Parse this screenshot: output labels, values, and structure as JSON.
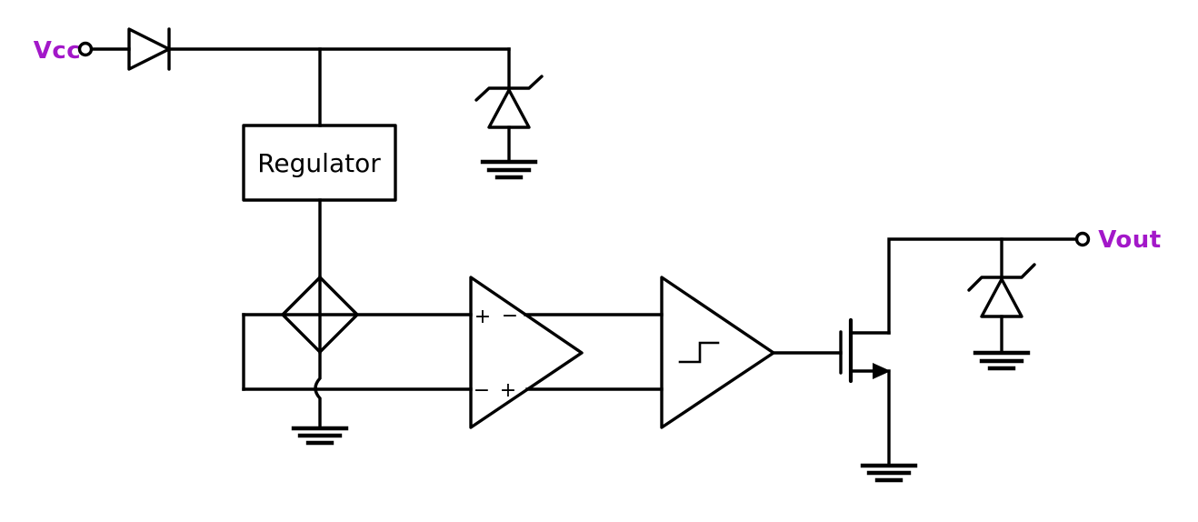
{
  "diagram": {
    "type": "circuit-schematic",
    "colors": {
      "wire": "#000000",
      "label_text": "#a318c9",
      "background": "#ffffff"
    },
    "labels": {
      "vcc": "Vcc",
      "vout": "Vout",
      "regulator": "Regulator"
    },
    "diff_amp_signs": {
      "in_top": "+",
      "out_top": "−",
      "in_bottom": "−",
      "out_bottom": "+"
    },
    "components": [
      {
        "name": "vcc-terminal",
        "type": "open-terminal",
        "label": "Vcc"
      },
      {
        "name": "input-diode",
        "type": "diode"
      },
      {
        "name": "regulator-block",
        "type": "block",
        "label": "Regulator"
      },
      {
        "name": "input-zener-diode",
        "type": "zener-diode",
        "connected_to": "ground"
      },
      {
        "name": "current-source-diamond",
        "type": "diamond-source",
        "connected_to": "ground"
      },
      {
        "name": "diff-amplifier",
        "type": "fully-differential-amplifier"
      },
      {
        "name": "schmitt-comparator",
        "type": "comparator-with-hysteresis"
      },
      {
        "name": "nmos-transistor",
        "type": "n-channel-mosfet",
        "source": "ground"
      },
      {
        "name": "output-zener-diode",
        "type": "zener-diode",
        "connected_to": "ground"
      },
      {
        "name": "vout-terminal",
        "type": "open-terminal",
        "label": "Vout"
      }
    ]
  }
}
